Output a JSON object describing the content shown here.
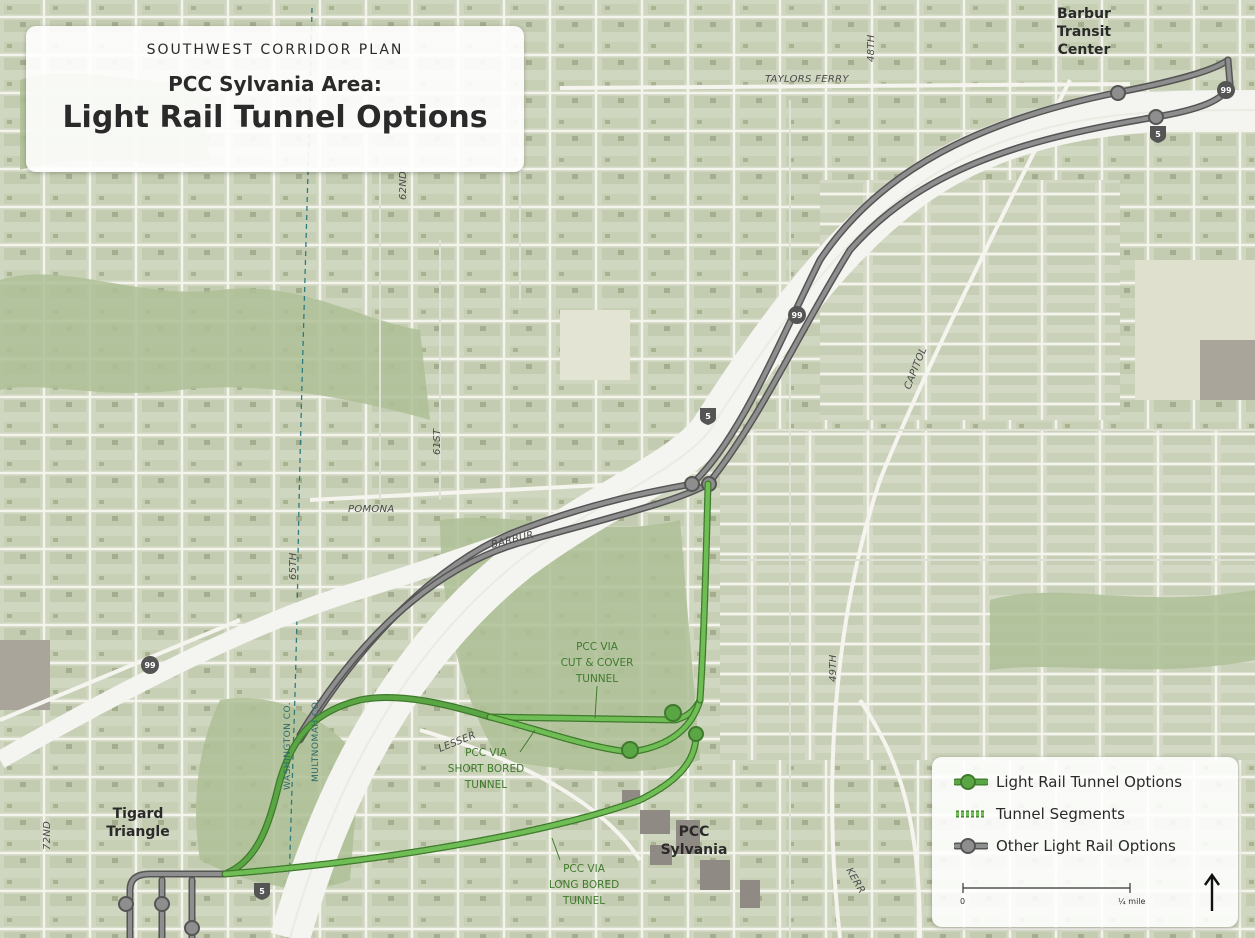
{
  "title": {
    "plan": "SOUTHWEST CORRIDOR PLAN",
    "area": "PCC Sylvania Area:",
    "main": "Light Rail Tunnel Options"
  },
  "places": {
    "barbur_tc": [
      "Barbur",
      "Transit",
      "Center"
    ],
    "tigard": [
      "Tigard",
      "Triangle"
    ],
    "pcc": [
      "PCC",
      "Sylvania"
    ]
  },
  "streets": {
    "taylors_ferry": "TAYLORS FERRY",
    "s48th": "48TH",
    "s62nd": "62ND",
    "s61st": "61ST",
    "s65th": "65TH",
    "pomona": "POMONA",
    "barbur": "BARBUR",
    "capitol": "CAPITOL",
    "s49th": "49TH",
    "lesser": "LESSER",
    "kerr": "KERR",
    "s72nd": "72ND"
  },
  "county_lines": {
    "washington": "WASHINGTON CO.",
    "multnomah": "MULTNOMAH CO."
  },
  "options": {
    "cut_cover": [
      "PCC VIA",
      "CUT & COVER",
      "TUNNEL"
    ],
    "short_bored": [
      "PCC VIA",
      "SHORT BORED",
      "TUNNEL"
    ],
    "long_bored": [
      "PCC VIA",
      "LONG BORED",
      "TUNNEL"
    ]
  },
  "shields": {
    "i5_north": "5",
    "i5_mid": "5",
    "i5_south": "5",
    "or99_north": "99",
    "or99_mid": "99",
    "or99_west": "99"
  },
  "legend": {
    "tunnel_options": "Light Rail Tunnel Options",
    "tunnel_segments": "Tunnel Segments",
    "other_options": "Other Light Rail Options",
    "scale_zero": "0",
    "scale_max": "¼ mile"
  },
  "colors": {
    "tunnel_green": "#5aa644",
    "tunnel_dark": "#3f7a2c",
    "rail_gray": "#666666",
    "highway": "#f3f3ef",
    "land": "#d3d9c3",
    "vegetation": "#aebf96"
  }
}
